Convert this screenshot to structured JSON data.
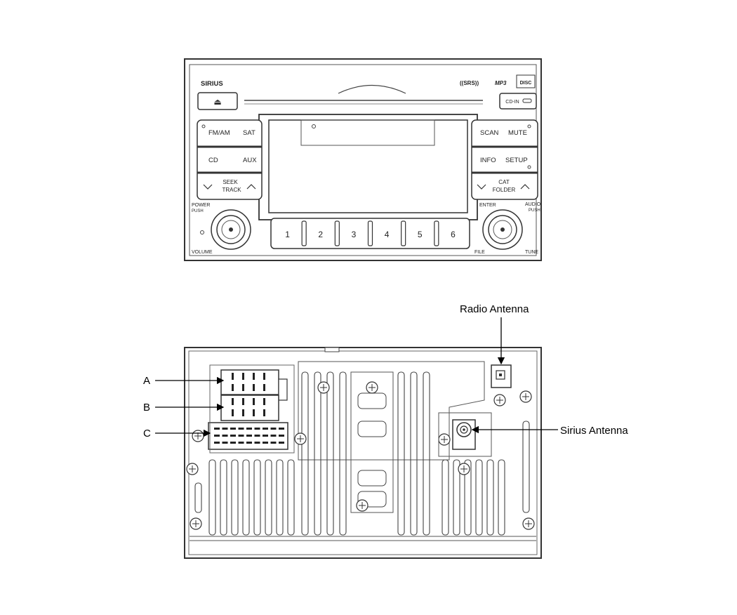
{
  "front_panel": {
    "brand": "SIRIUS",
    "eject_symbol": "⏏",
    "logos": [
      "((SRS))",
      "MP3",
      "DISC"
    ],
    "aux_button": "CD-IN",
    "left_buttons": [
      "FM/AM",
      "SAT",
      "CD",
      "AUX"
    ],
    "seek_track": [
      "SEEK",
      "TRACK"
    ],
    "right_buttons": [
      "SCAN",
      "MUTE",
      "INFO",
      "SETUP"
    ],
    "cat_folder": [
      "CAT",
      "FOLDER"
    ],
    "power_push": [
      "POWER",
      "PUSH"
    ],
    "volume": "VOLUME",
    "enter": "ENTER",
    "audio_push": [
      "AUDIO",
      "PUSH"
    ],
    "file": "FILE",
    "tune": "TUNE",
    "presets": [
      "1",
      "2",
      "3",
      "4",
      "5",
      "6"
    ]
  },
  "rear_panel": {
    "callouts": {
      "a": "A",
      "b": "B",
      "c": "C",
      "radio_antenna": "Radio Antenna",
      "sirius_antenna": "Sirius Antenna"
    }
  }
}
